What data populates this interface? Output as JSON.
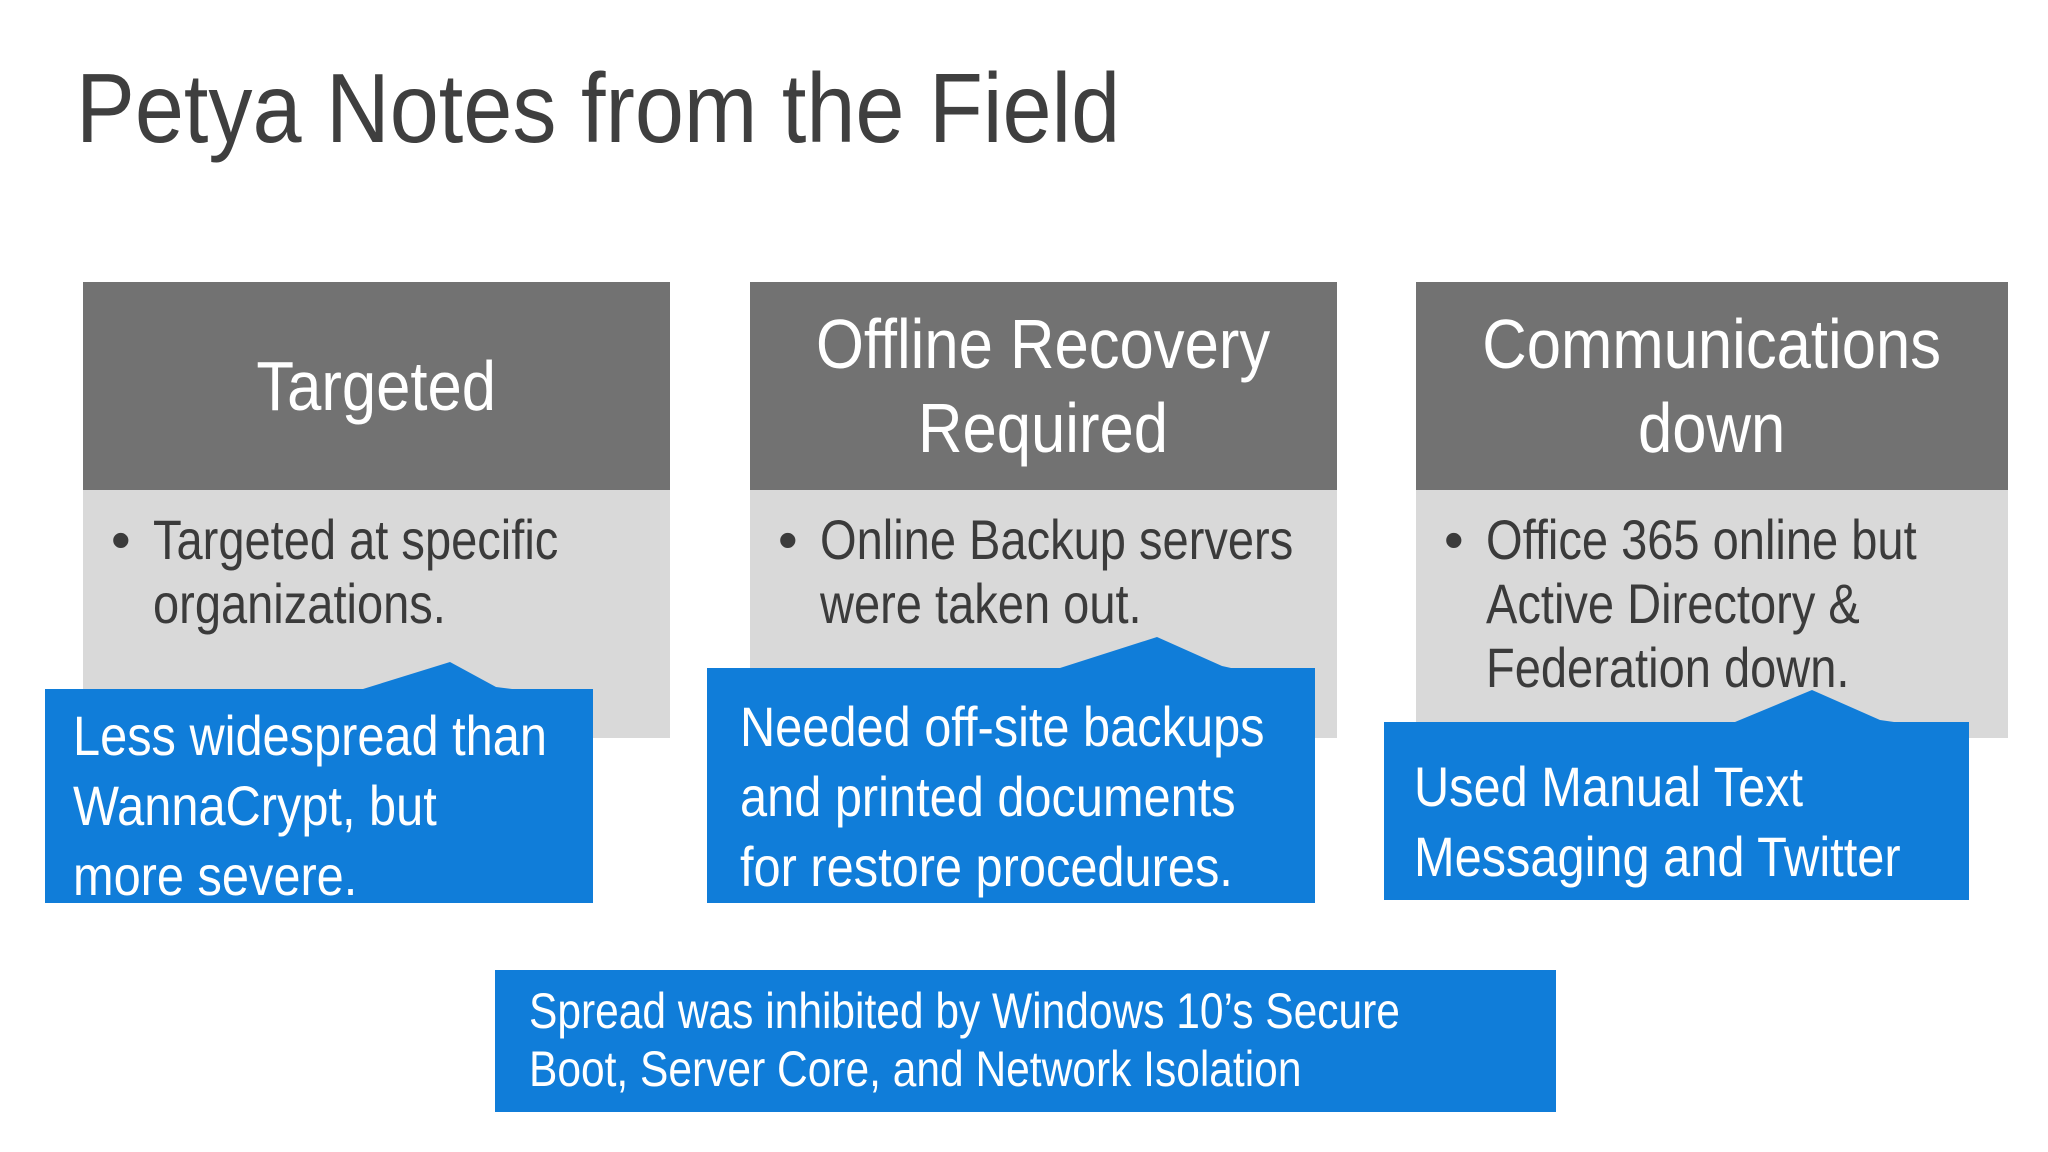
{
  "slide": {
    "title": "Petya Notes from the Field",
    "bullet_char": "•",
    "columns": [
      {
        "header": "Targeted",
        "header_lines": [
          "Targeted"
        ],
        "bullet": "Targeted at specific organizations.",
        "bullet_lines": [
          "Targeted at specific",
          "organizations."
        ],
        "callout": "Less widespread than WannaCrypt, but more severe.",
        "callout_lines": [
          "Less widespread than",
          "WannaCrypt, but",
          "more severe."
        ]
      },
      {
        "header": "Offline Recovery Required",
        "header_lines": [
          "Offline Recovery",
          "Required"
        ],
        "bullet": "Online Backup servers were taken out.",
        "bullet_lines": [
          "Online Backup servers",
          "were taken out."
        ],
        "callout": "Needed off-site backups and printed documents for restore procedures.",
        "callout_lines": [
          "Needed off-site backups",
          "and printed documents",
          "for restore procedures."
        ]
      },
      {
        "header": "Communications down",
        "header_lines": [
          "Communications",
          "down"
        ],
        "bullet": "Office 365 online but Active Directory & Federation down.",
        "bullet_lines": [
          "Office 365 online but",
          "Active Directory &",
          "Federation down."
        ],
        "callout": "Used Manual Text Messaging and Twitter",
        "callout_lines": [
          "Used Manual Text",
          "Messaging and Twitter"
        ]
      }
    ],
    "footer": "Spread was inhibited by Windows 10’s Secure Boot, Server Core, and Network Isolation",
    "footer_lines": [
      "Spread was inhibited by Windows 10’s Secure",
      "Boot, Server Core, and Network Isolation"
    ],
    "colors": {
      "callout_blue": "#107dd9",
      "header_gray": "#727272",
      "panel_gray": "#d9d9d9",
      "title_text": "#3f3f3f",
      "body_text": "#3b3b3b",
      "light_text": "#ffffff",
      "background": "#ffffff"
    }
  }
}
